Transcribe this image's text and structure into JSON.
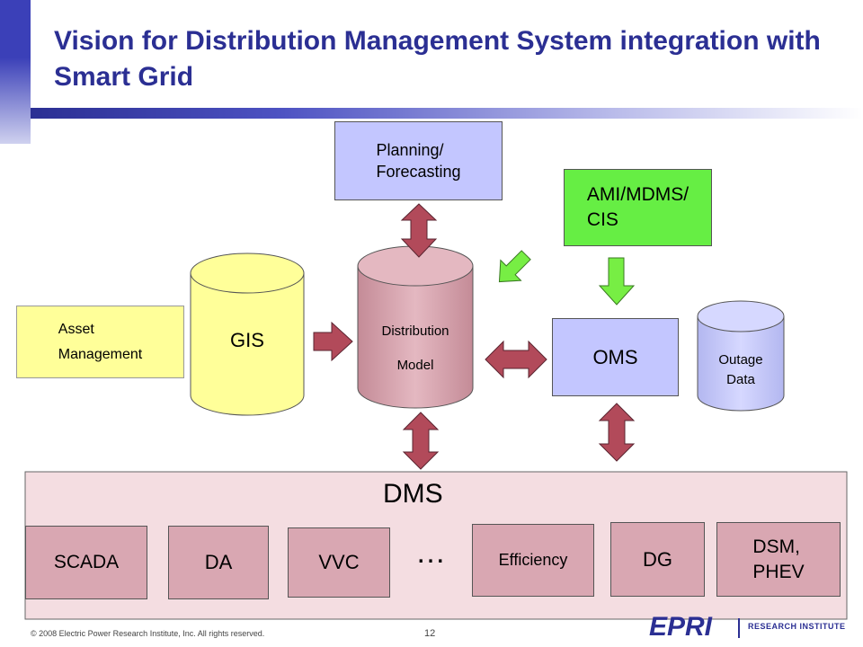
{
  "title": "Vision for Distribution Management System integration with Smart Grid",
  "boxes": {
    "planning": "Planning/\n   Forecasting",
    "ami": "AMI/MDMS/\n   CIS",
    "asset": "Asset\n  Management",
    "gis": "GIS",
    "distribution": "Distribution\nModel",
    "oms": "OMS",
    "outage": "Outage\nData"
  },
  "dms": {
    "label": "DMS",
    "modules": [
      "SCADA",
      "DA",
      "VVC",
      "Efficiency",
      "DG",
      "DSM,\n  PHEV"
    ],
    "ellipsis": "…"
  },
  "footer": {
    "copyright": "© 2008 Electric Power Research Institute, Inc. All rights reserved.",
    "page": "12",
    "logo_text": "RESEARCH INSTITUTE",
    "logo_mark": "EPRI"
  },
  "colors": {
    "title": "#2b2f93",
    "lavender": "#c3c6ff",
    "green": "#66ee44",
    "yellow": "#ffff99",
    "pink": "#d9a7b2",
    "dms_bg": "#f4dde1",
    "arrow": "#b24a5a",
    "green_arrow": "#77ee44"
  }
}
